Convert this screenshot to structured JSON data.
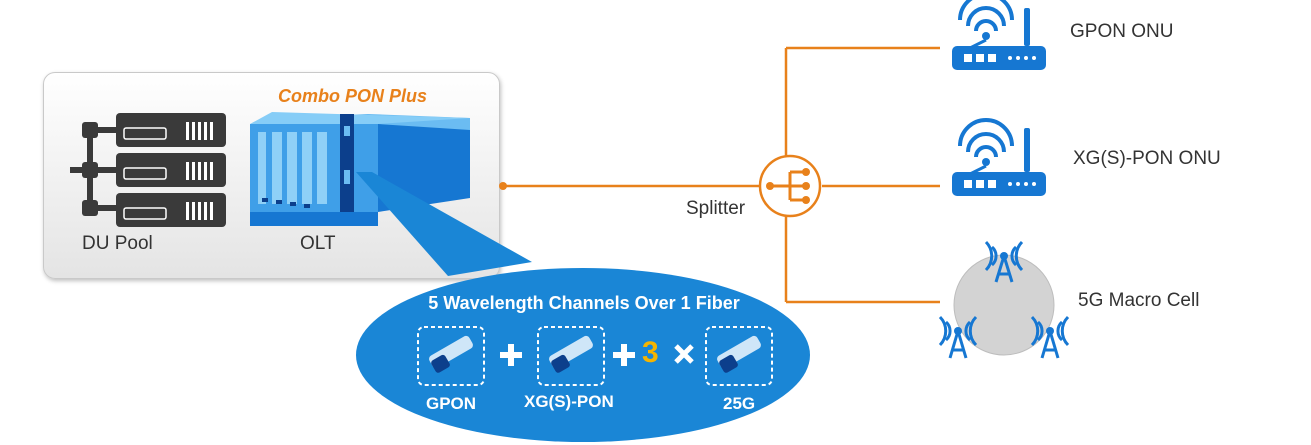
{
  "olt_panel": {
    "title": "Combo PON Plus",
    "du_pool_label": "DU Pool",
    "olt_label": "OLT"
  },
  "callout": {
    "title": "5 Wavelength Channels Over 1 Fiber",
    "multiplier": "3",
    "modules": [
      {
        "label": "GPON"
      },
      {
        "label": "XG(S)-PON"
      },
      {
        "label": "25G"
      }
    ]
  },
  "splitter": {
    "label": "Splitter"
  },
  "endpoints": {
    "gpon_onu": "GPON ONU",
    "xgs_onu": "XG(S)-PON ONU",
    "macro_cell": "5G Macro Cell"
  },
  "colors": {
    "fiber": "#e8811b",
    "accent_blue": "#1677d2",
    "bubble_blue": "#1a86d6",
    "gold": "#f5b400"
  }
}
